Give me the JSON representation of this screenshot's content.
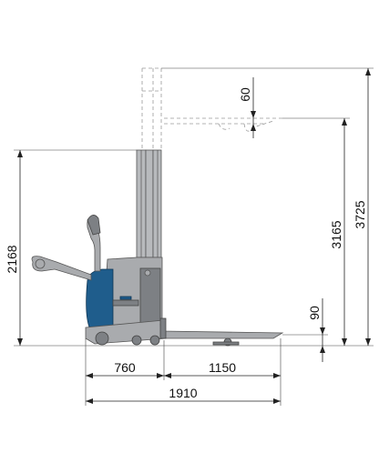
{
  "diagram": {
    "subject": "pallet-stacker-side-view",
    "colors": {
      "chassis": "#a9abae",
      "battery_cover": "#1f5d8c",
      "mast": "#b8babd",
      "ghost_outline": "#9a9a9a",
      "dimension_lines": "#222222"
    },
    "dimensions": {
      "overall_height_lowered": "2168",
      "overall_height_raised": "3725",
      "max_lift_height": "3165",
      "free_lift_top_clearance": "60",
      "lowered_fork_height": "90",
      "head_length": "760",
      "fork_length": "1150",
      "overall_length": "1910"
    }
  }
}
